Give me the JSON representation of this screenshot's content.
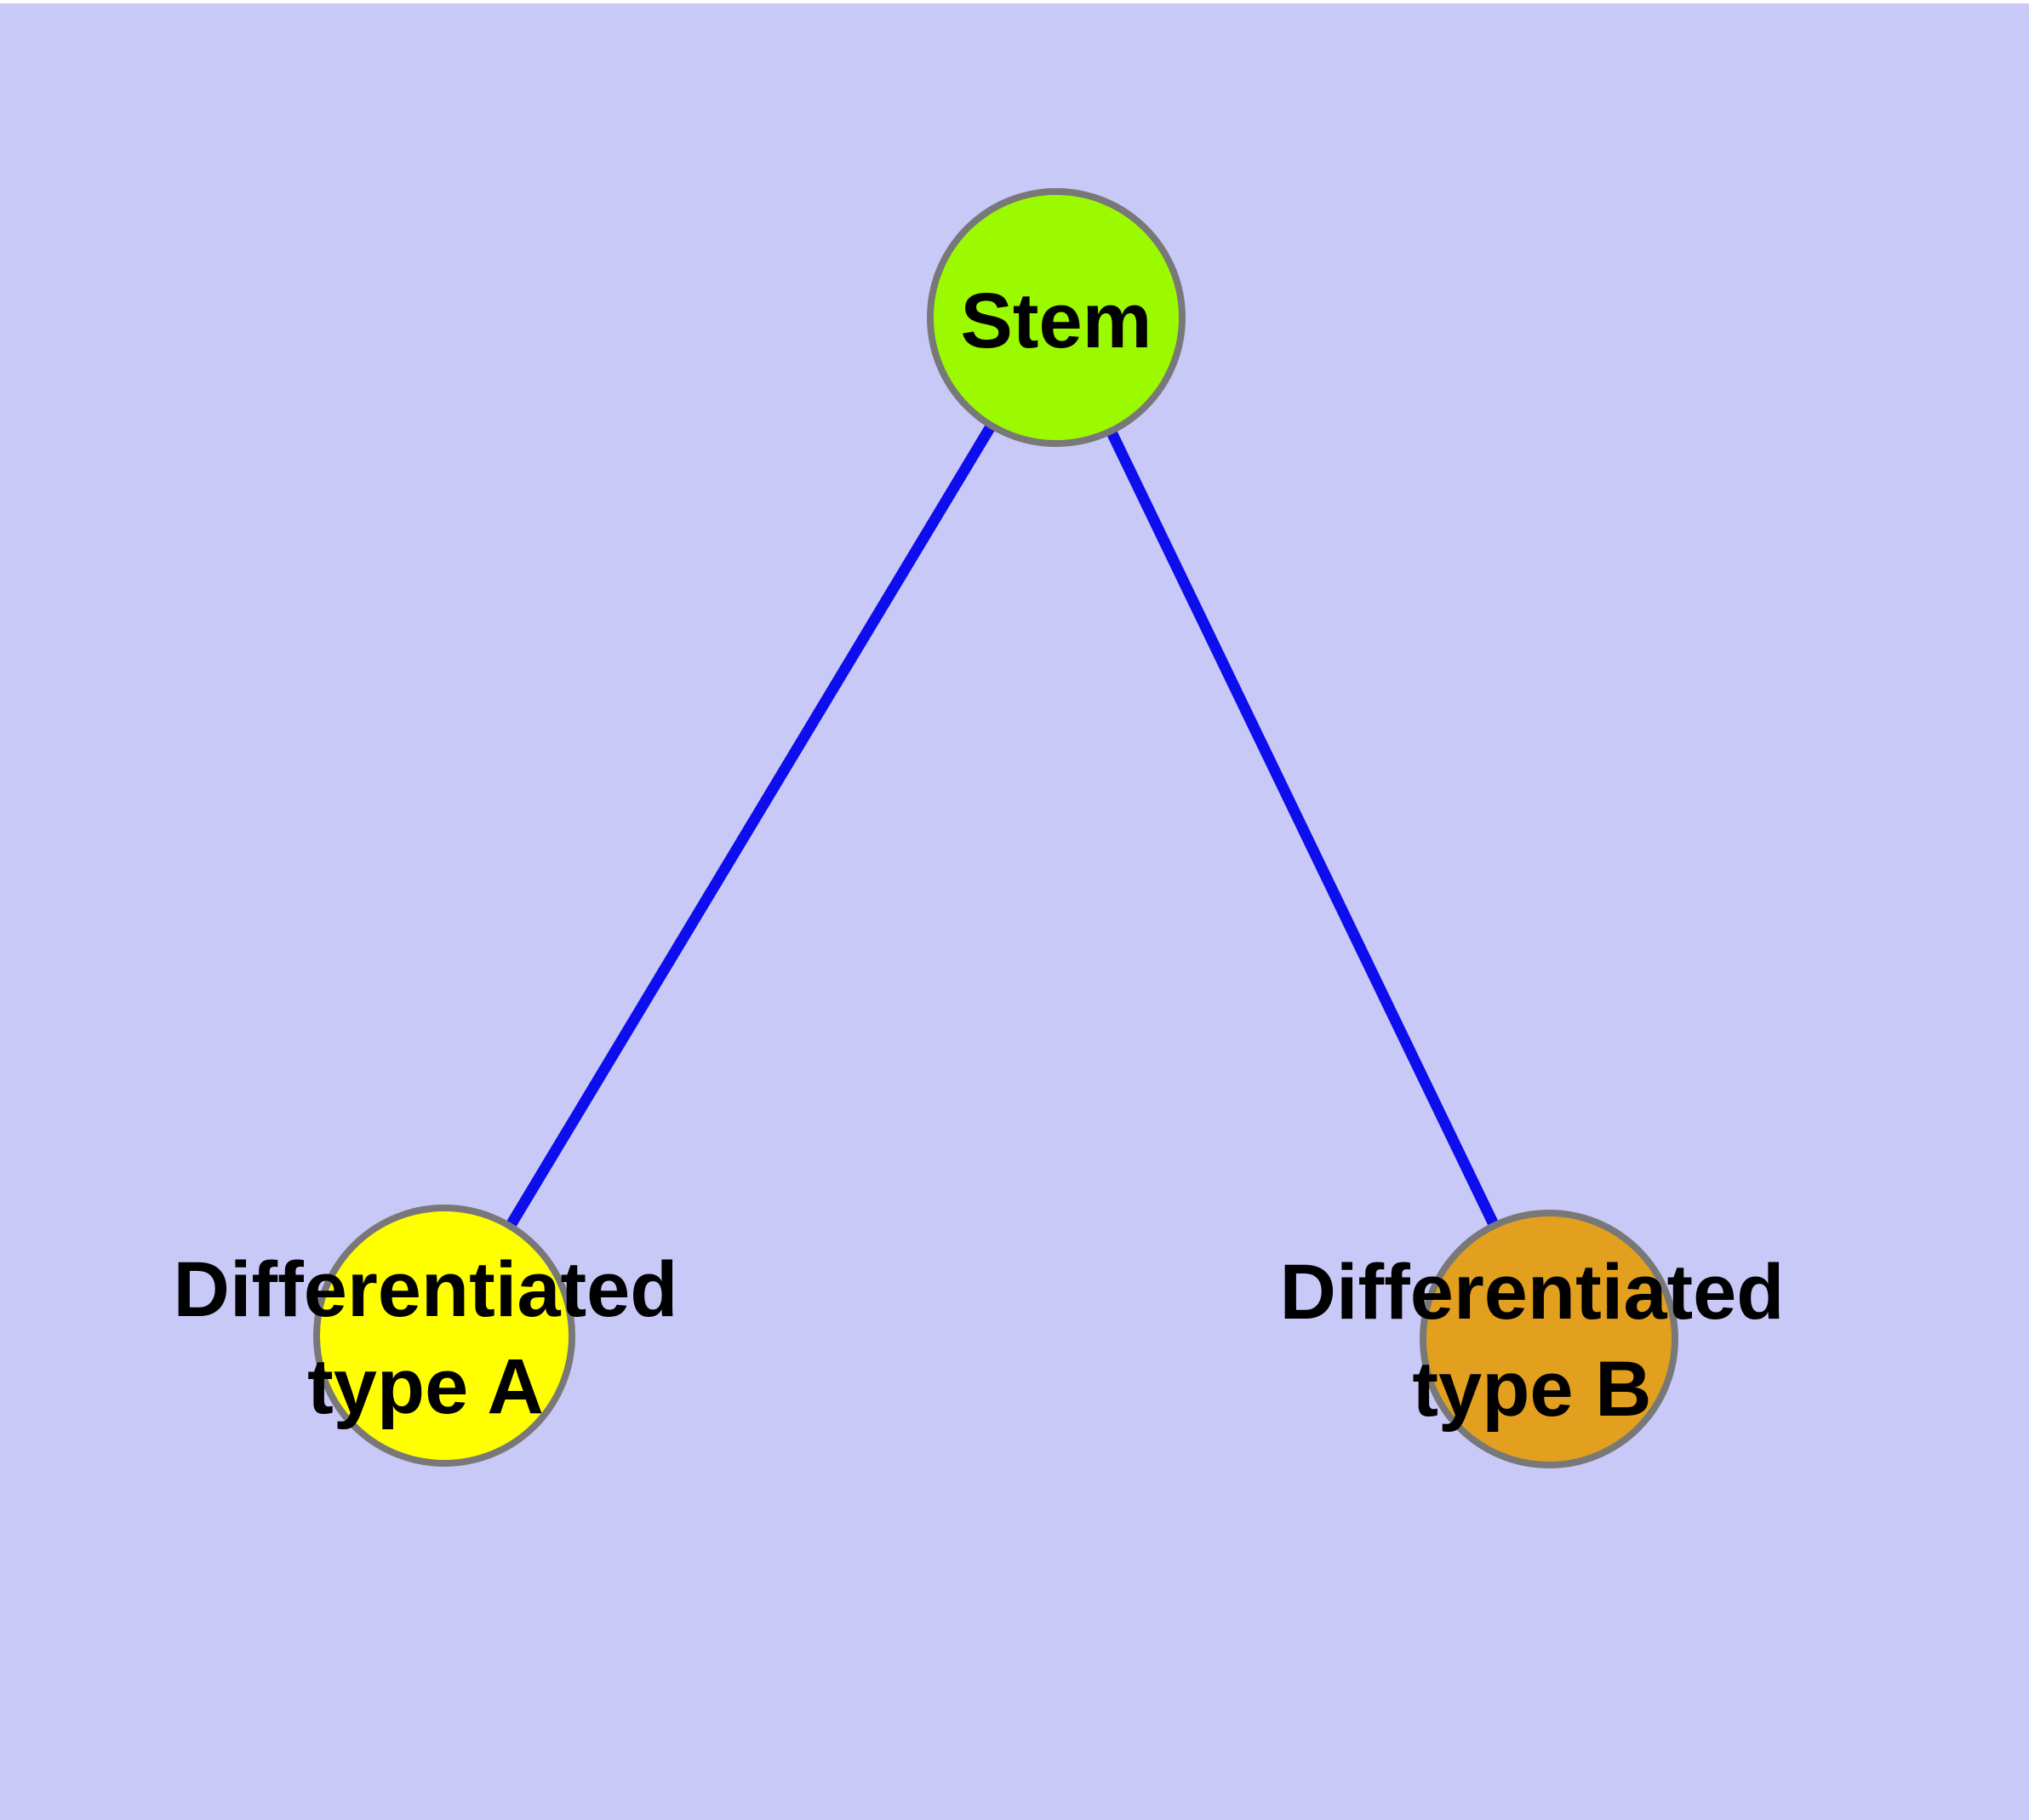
{
  "diagram": {
    "title": "stem-cell-differentiation-graph",
    "background_color": "#c9c9f8",
    "top_strip_color": "#ffffff",
    "edge_color": "#0d0dee",
    "node_border_color": "#787878",
    "label_color": "#000000",
    "nodes": [
      {
        "id": "stem",
        "label": "Stem",
        "fill": "#9cfa00"
      },
      {
        "id": "type-a",
        "line1": "Differentiated",
        "line2": "type A",
        "fill": "#ffff00"
      },
      {
        "id": "type-b",
        "line1": "Differentiated",
        "line2": "type B",
        "fill": "#e2a01e"
      }
    ],
    "edges": [
      {
        "from": "stem",
        "to": "type-a"
      },
      {
        "from": "stem",
        "to": "type-b"
      }
    ]
  }
}
